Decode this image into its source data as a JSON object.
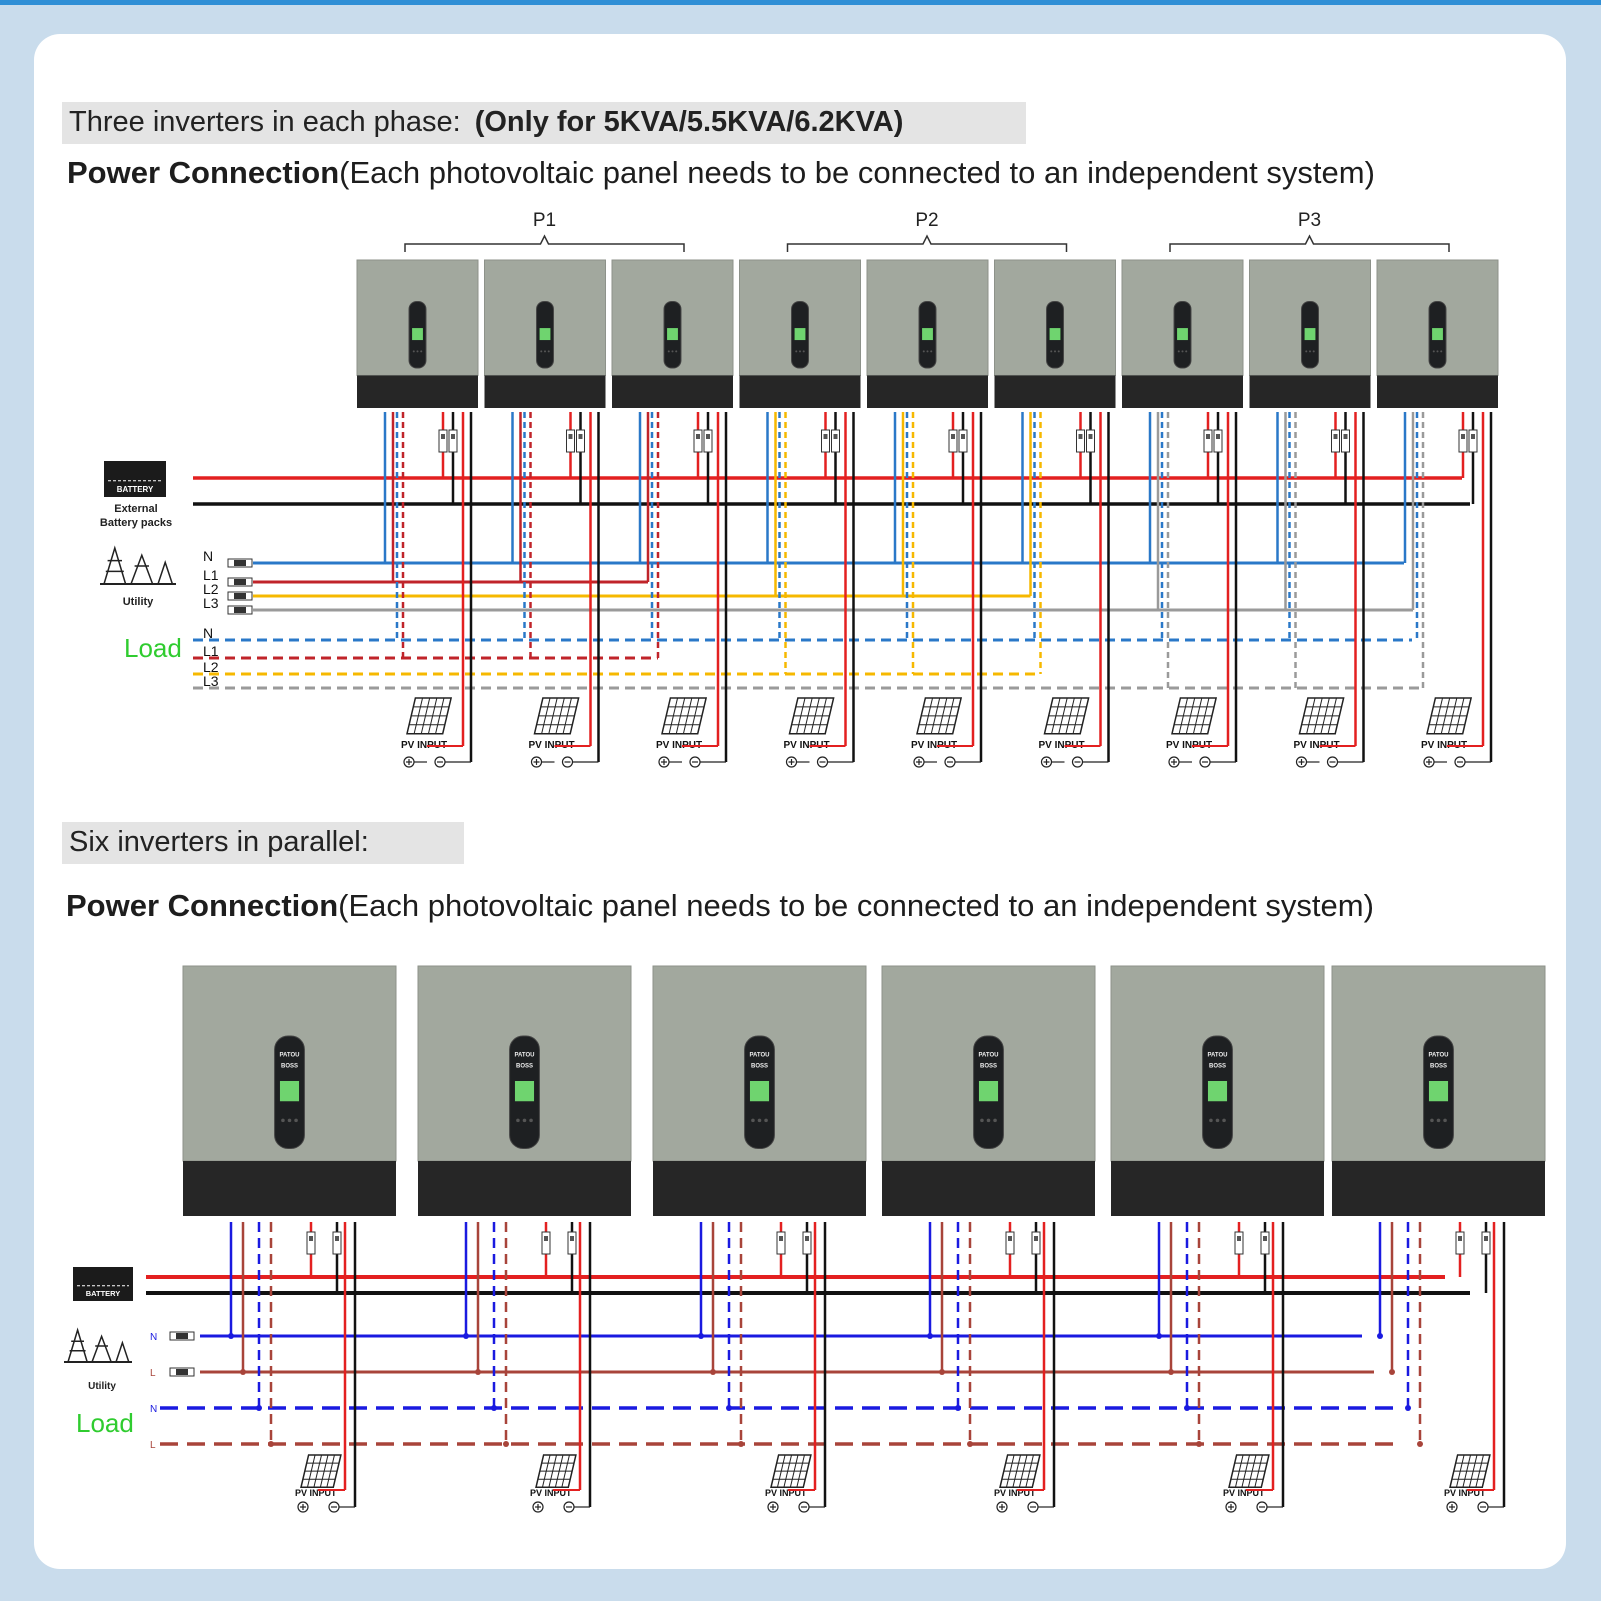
{
  "section1": {
    "heading": "Three inverters in each phase:",
    "heading_bold": "(Only for 5KVA/5.5KVA/6.2KVA)",
    "title_bold": "Power Connection",
    "title_rest": "(Each photovoltaic panel needs to be connected to an independent system)",
    "phases": [
      "P1",
      "P2",
      "P3"
    ],
    "battery_label": "BATTERY",
    "battery_caption_1": "External",
    "battery_caption_2": "Battery packs",
    "utility_label": "Utility",
    "load_label": "Load",
    "utility_lines": [
      "N",
      "L1",
      "L2",
      "L3"
    ],
    "load_lines": [
      "N",
      "L1",
      "L2",
      "L3"
    ],
    "pv_label": "PV INPUT",
    "inverter_count": 9
  },
  "section2": {
    "heading": "Six inverters in parallel:",
    "title_bold": "Power Connection",
    "title_rest": "(Each photovoltaic panel needs to be connected to an independent system)",
    "battery_label": "BATTERY",
    "utility_label": "Utility",
    "load_label": "Load",
    "utility_lines": [
      "N",
      "L"
    ],
    "load_lines": [
      "N",
      "L"
    ],
    "pv_label": "PV INPUT",
    "brand_top": "PATOU",
    "brand_bottom": "BOSS",
    "inverter_count": 6
  },
  "colors": {
    "battery_pos": "#e32020",
    "battery_neg": "#111111",
    "neutral": "#2a78c8",
    "neutral_parallel": "#1a1ae0",
    "l1": "#c0242a",
    "l_parallel": "#a8443a",
    "l2": "#f6b800",
    "l3": "#9a9a9a",
    "load_label": "#2fcc2f",
    "inverter_body": "#a2a89e",
    "inverter_base": "#262626"
  }
}
